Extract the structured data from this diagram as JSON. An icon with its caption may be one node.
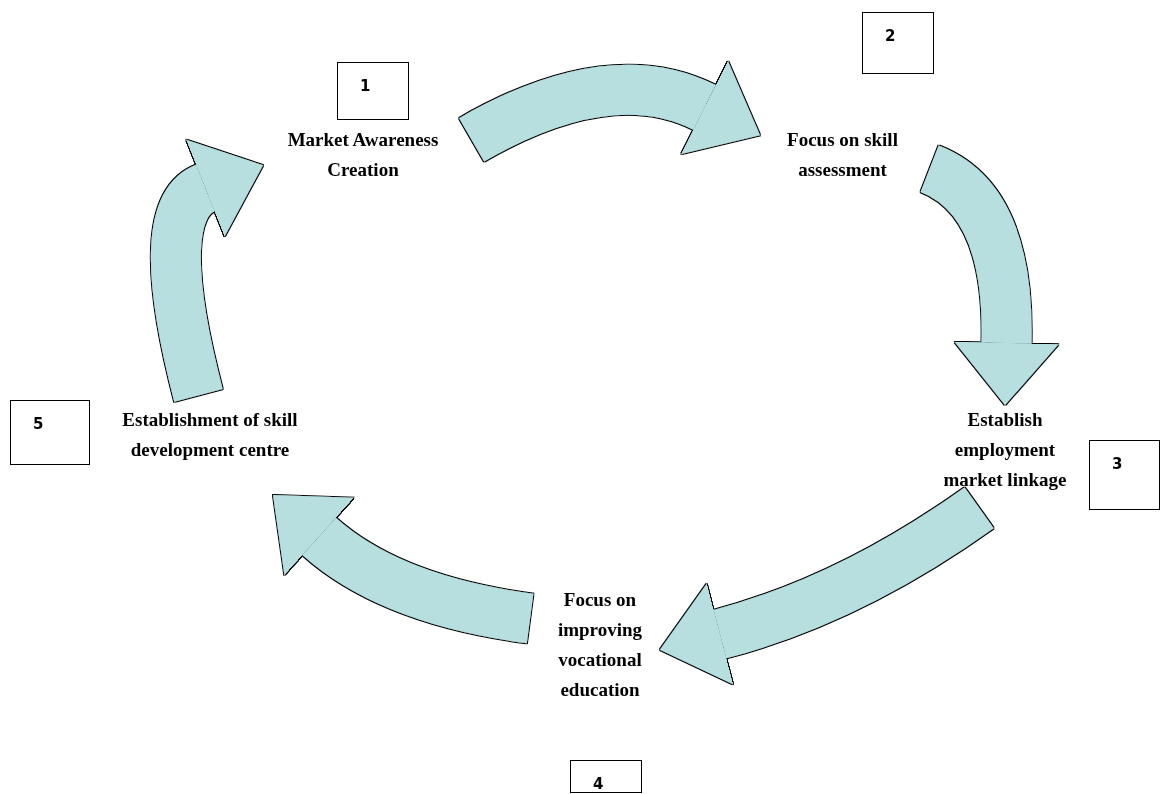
{
  "diagram": {
    "nodes": [
      {
        "text": [
          "1"
        ]
      },
      {
        "text": [
          "Market Awareness Creation"
        ]
      },
      {
        "text": [
          "2"
        ]
      },
      {
        "text": [
          "Focus on skill assessment"
        ]
      },
      {
        "text": [
          "5"
        ]
      },
      {
        "text": [
          "Establishment of skill development centre"
        ]
      },
      {
        "text": [
          "Establish employment market linkage"
        ]
      },
      {
        "text": [
          "3"
        ]
      },
      {
        "text": [
          "Focus on improving vocational education"
        ]
      },
      {
        "text": [
          "4"
        ]
      }
    ],
    "edges": [
      {
        "from": 1,
        "to": 3,
        "arrow": "to"
      },
      {
        "from": 3,
        "to": 6,
        "arrow": "to"
      },
      {
        "from": 6,
        "to": 8,
        "arrow": "to"
      },
      {
        "from": 8,
        "to": 5,
        "arrow": "to"
      },
      {
        "from": 5,
        "to": 1,
        "arrow": "to"
      }
    ]
  }
}
